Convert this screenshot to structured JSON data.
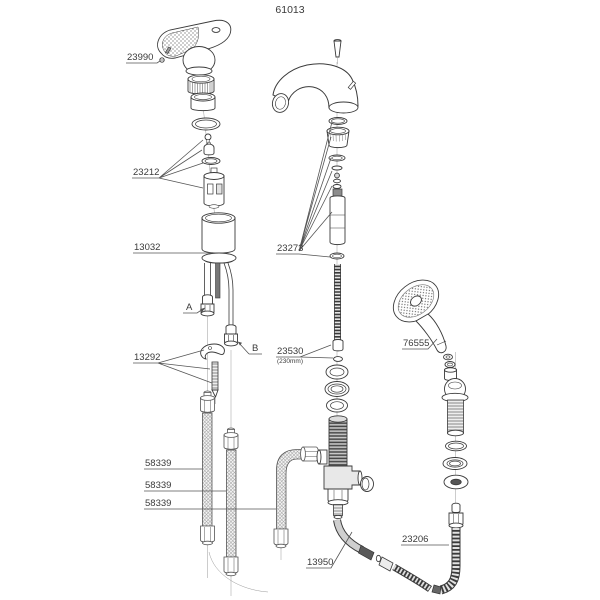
{
  "diagram": {
    "title": "61013",
    "labels": {
      "handle_screw": "23990",
      "cartridge_kit": "23212",
      "spout_body": "13032",
      "mounting_kit": "13292",
      "marker_a": "A",
      "marker_b": "B",
      "spout_shaft_kit": "23273",
      "flexible_shaft": "23530",
      "flexible_shaft_length": "(230mm)",
      "hand_shower": "76555",
      "supply_hose_1": "58339",
      "supply_hose_2": "58339",
      "supply_hose_3": "58339",
      "outlet_hose": "13950",
      "shower_hose": "23206"
    },
    "colors": {
      "background": "#ffffff",
      "line_art": "#3a3a3a",
      "leader_line": "#555555",
      "dark_fill": "#777777"
    }
  }
}
